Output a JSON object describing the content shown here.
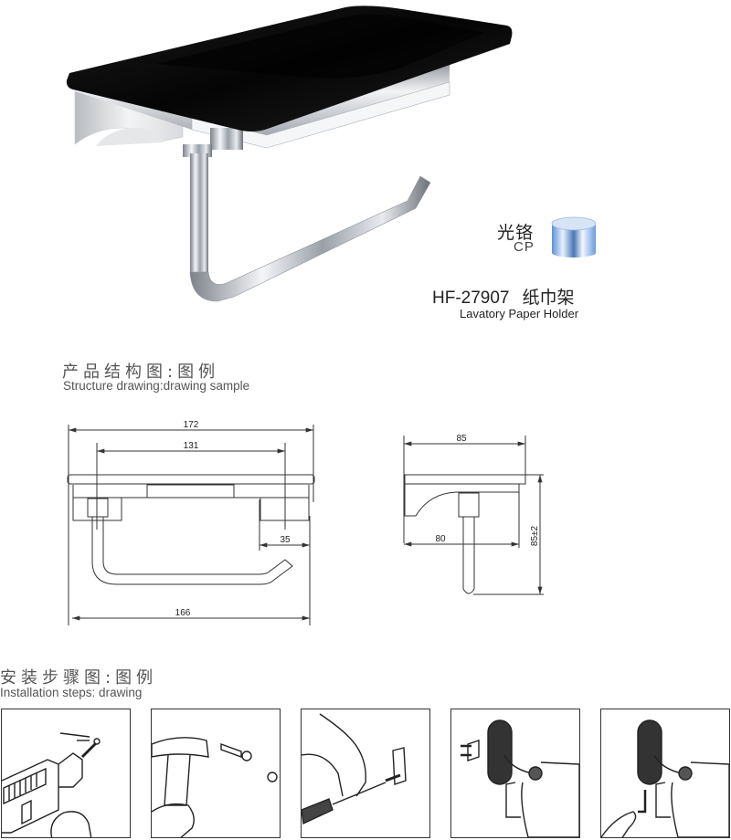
{
  "product": {
    "finish_cn": "光铬",
    "finish_en": "CP",
    "model_number": "HF-27907",
    "name_cn": "纸巾架",
    "name_en": "Lavatory Paper Holder",
    "colors": {
      "shelf": "#0b0b0b",
      "chrome": "#c9ccd2",
      "line": "#333333"
    }
  },
  "structure_section": {
    "title_cn": "产品结构图",
    "separator": ":",
    "subtitle_cn": "图例",
    "title_en": "Structure drawing",
    "subtitle_en": "drawing sample",
    "front_view": {
      "dimensions": {
        "total_width": "172",
        "mount_spacing": "131",
        "right_offset": "35",
        "bar_width": "166"
      }
    },
    "side_view": {
      "dimensions": {
        "depth": "85",
        "bar_depth": "80",
        "height": "85±2"
      }
    }
  },
  "installation_section": {
    "title_cn": "安装步骤图",
    "separator": ":",
    "subtitle_cn": "图例",
    "title_en": "Installation steps: drawing",
    "steps": [
      {
        "icon": "drill-icon"
      },
      {
        "icon": "hammer-anchor-icon"
      },
      {
        "icon": "screwdriver-icon"
      },
      {
        "icon": "mount-bracket-icon"
      },
      {
        "icon": "hex-key-icon"
      }
    ]
  }
}
